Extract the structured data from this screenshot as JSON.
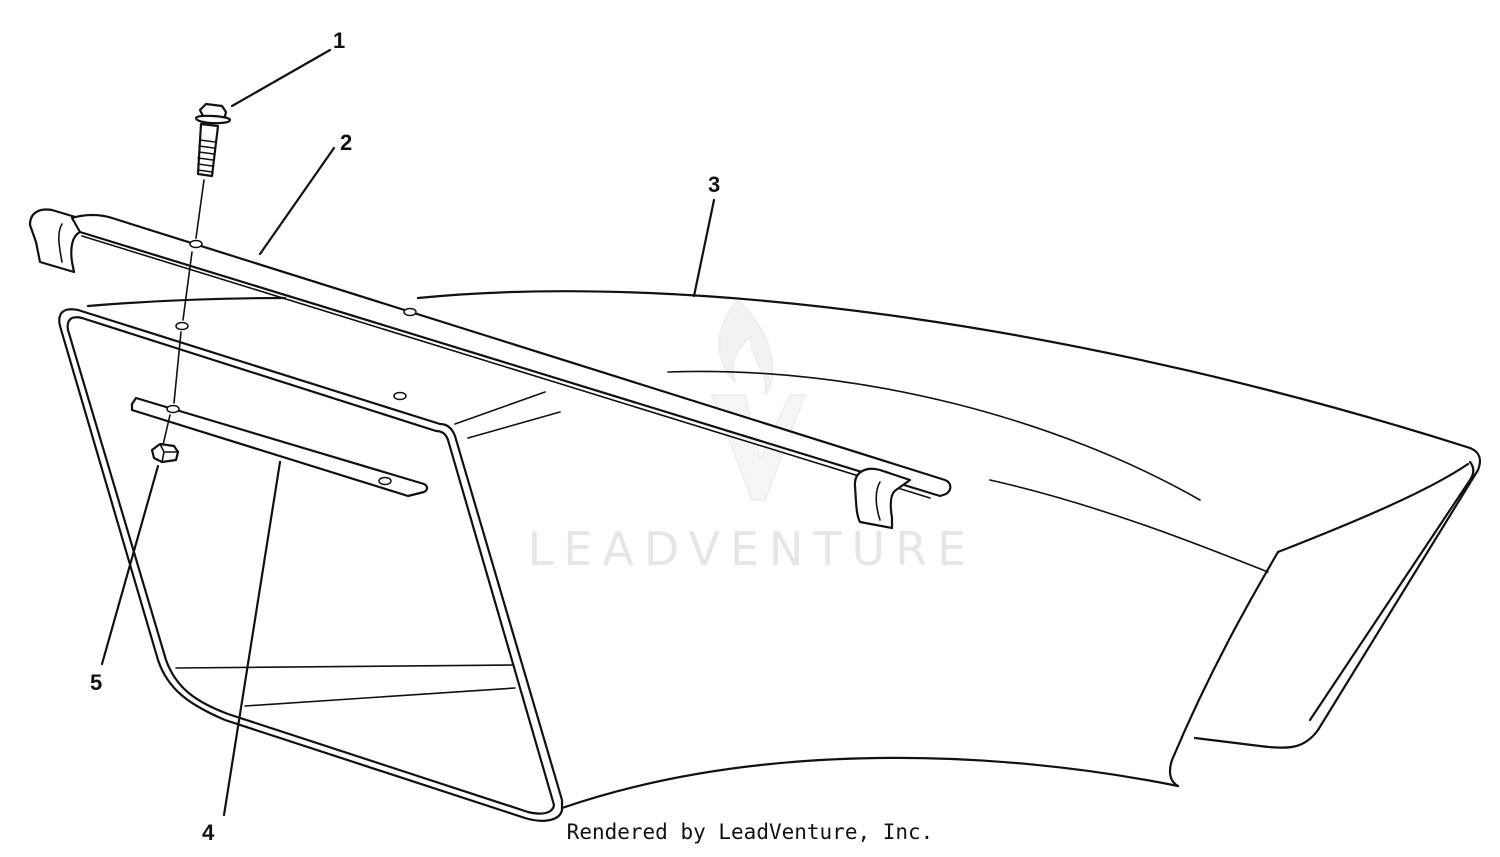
{
  "watermark": {
    "text": "LEADVENTURE"
  },
  "callouts": [
    {
      "number": "1",
      "part": "bolt"
    },
    {
      "number": "2",
      "part": "support-bar"
    },
    {
      "number": "3",
      "part": "grass-bag"
    },
    {
      "number": "4",
      "part": "strap"
    },
    {
      "number": "5",
      "part": "nut"
    }
  ],
  "footer": {
    "text": "Rendered by LeadVenture, Inc."
  },
  "colors": {
    "line": "#111111",
    "watermark": "#e6e6e6",
    "background": "#ffffff"
  }
}
